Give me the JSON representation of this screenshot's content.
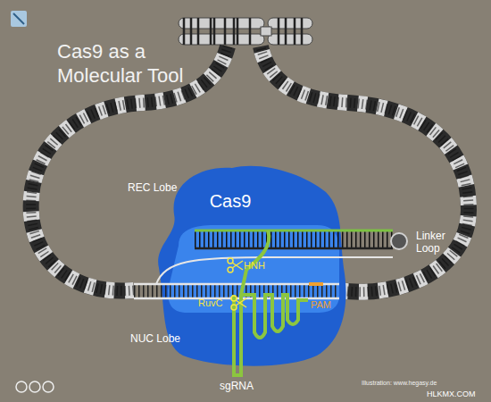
{
  "diagram": {
    "title": "Cas9 as a Molecular Tool",
    "nodes": [
      {
        "text": [
          "Cas9"
        ]
      }
    ],
    "labels": [
      "REC Lobe",
      "Linker Loop",
      "HNH",
      "RuvC",
      "PAM",
      "NUC Lobe",
      "sgRNA",
      "Illustration: www.hegasy.de",
      "HLKMX.COM"
    ]
  }
}
